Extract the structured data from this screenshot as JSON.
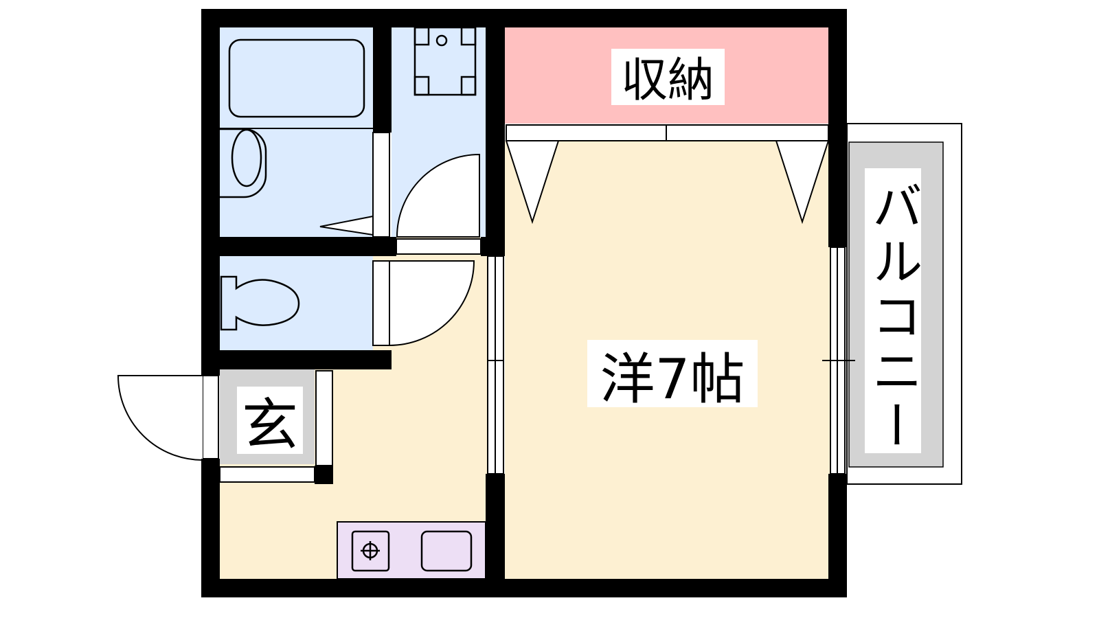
{
  "rooms": {
    "storage": {
      "label": "収納",
      "color": "#FFC0C0"
    },
    "western_room": {
      "label": "洋7帖",
      "color": "#FDF0D2"
    },
    "entrance": {
      "label": "玄",
      "color": "#D3D3D3"
    },
    "balcony": {
      "label": "バルコニー",
      "color": "#D3D3D3"
    },
    "wet_area": {
      "color": "#DCEBFE"
    },
    "kitchen_counter": {
      "color": "#EDDFF5"
    }
  }
}
